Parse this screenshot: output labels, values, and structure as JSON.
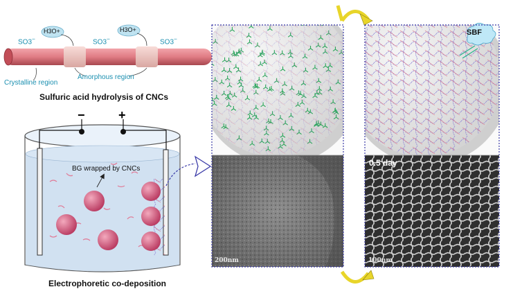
{
  "cnc_panel": {
    "ion_label": "SO3",
    "ion_sup": "−",
    "hydronium_label": "H3O+",
    "crystalline_label": "Crystalline region",
    "amorphous_label": "Amorphous region",
    "caption": "Sulfuric acid hydrolysis of CNCs"
  },
  "cell_panel": {
    "negative_sign": "−",
    "positive_sign": "+",
    "bg_label": "BG wrapped by CNCs",
    "caption": "Electrophoretic co-deposition"
  },
  "sem_panels": {
    "scale_left": "200nm",
    "scale_right": "100nm",
    "time_label": "0.5 day"
  },
  "sbf_label": "SBF",
  "colors": {
    "rod": "#e07c84",
    "amorphous": "#f0c6c2",
    "cyan_text": "#1a8fb0",
    "panel_border": "#3b3ba8",
    "curved_arrow": "#e8d52a",
    "electrolyte": "#c9dcef",
    "particle": "#d75c7c"
  }
}
